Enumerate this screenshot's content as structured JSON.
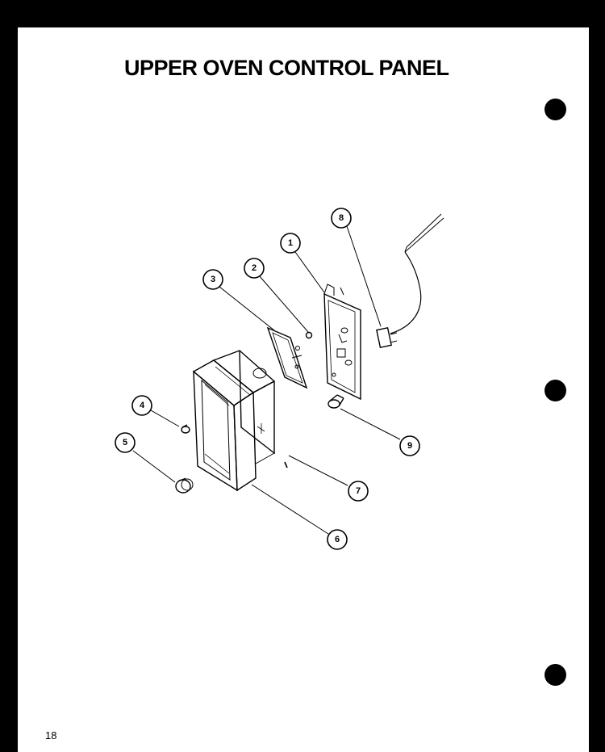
{
  "title": "UPPER OVEN CONTROL PANEL",
  "page_number": "18",
  "callouts": [
    "1",
    "2",
    "3",
    "4",
    "5",
    "6",
    "7",
    "8",
    "9"
  ],
  "binding_holes": 3
}
